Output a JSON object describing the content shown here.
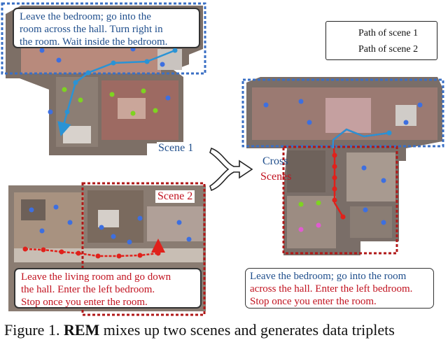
{
  "legend": {
    "items": [
      {
        "label": "Path of scene 1",
        "color": "#2a93d5"
      },
      {
        "label": "Path of scene 2",
        "color": "#e0211b"
      }
    ]
  },
  "instructions": {
    "scene1": [
      "Leave the bedroom; go into the",
      "room across the hall. Turn right in",
      "the room. Wait inside the bedroom."
    ],
    "scene2": [
      "Leave the living room and go down",
      "the hall. Enter the left bedroom.",
      "Stop once you enter the room."
    ],
    "cross": [
      "Leave the bedroom; go into the room",
      "across the hall. Enter the left bedroom.",
      "Stop once you enter the room."
    ]
  },
  "labels": {
    "scene1": "Scene 1",
    "scene2": "Scene 2",
    "cross_line1": "Cross",
    "cross_line2": "Scenes"
  },
  "caption": {
    "prefix": "Figure 1. ",
    "bold": "REM",
    "rest": " mixes up two scenes and generates data triplets"
  },
  "colors": {
    "scene1_blue": "#2a93d5",
    "scene2_red": "#e0211b",
    "frame_blue": "#3a6fc4",
    "frame_red": "#b01818",
    "dot_blue": "#3d6fe0",
    "dot_green": "#7ed321",
    "dot_pink": "#e05bd0"
  }
}
